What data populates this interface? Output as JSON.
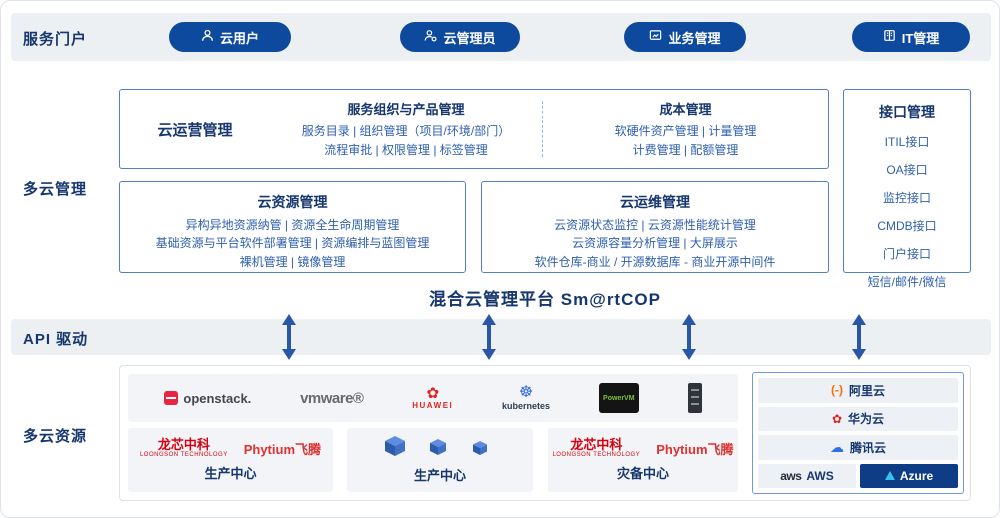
{
  "colors": {
    "navy": "#16366e",
    "body_blue": "#2e5fae",
    "pill_bg": "#0d4a9e",
    "box_border": "#4f7ecb",
    "strip_bg": "#edf0f3",
    "arrow": "#2a56a8",
    "brand_red": "#e0231f",
    "kubernetes_blue": "#326ce5",
    "alibaba_orange": "#ff6a00",
    "azure_bg": "#0f3d85",
    "azure_cyan": "#35c1f1"
  },
  "icons": {
    "huawei_flower": "✿",
    "kubernetes_wheel": "☸",
    "tencent_cloud": "☁",
    "alibaba_mark": "(-)"
  },
  "portal": {
    "label": "服务门户",
    "buttons": [
      {
        "label": "云用户"
      },
      {
        "label": "云管理员"
      },
      {
        "label": "业务管理"
      },
      {
        "label": "IT管理"
      }
    ]
  },
  "management": {
    "label": "多云管理",
    "platform_title": "混合云管理平台 Sm@rtCOP",
    "operation": {
      "title": "云运营管理",
      "service": {
        "title": "服务组织与产品管理",
        "lines": [
          "服务目录 | 组织管理（项目/环境/部门）",
          "流程审批 | 权限管理 | 标签管理"
        ]
      },
      "cost": {
        "title": "成本管理",
        "lines": [
          "软硬件资产管理 | 计量管理",
          "计费管理 | 配额管理"
        ]
      }
    },
    "resource": {
      "title": "云资源管理",
      "lines": [
        "异构异地资源纳管 | 资源全生命周期管理",
        "基础资源与平台软件部署管理 | 资源编排与蓝图管理",
        "裸机管理 | 镜像管理"
      ]
    },
    "ops": {
      "title": "云运维管理",
      "lines": [
        "云资源状态监控 | 云资源性能统计管理",
        "云资源容量分析管理 | 大屏展示",
        "软件仓库-商业 / 开源数据库 - 商业开源中间件"
      ]
    },
    "interface": {
      "title": "接口管理",
      "items": [
        "ITIL接口",
        "OA接口",
        "监控接口",
        "CMDB接口",
        "门户接口",
        "短信/邮件/微信"
      ]
    }
  },
  "api": {
    "label": "API 驱动"
  },
  "resources": {
    "label": "多云资源",
    "vendors": {
      "openstack": "openstack.",
      "vmware": "vmware®",
      "huawei": "HUAWEI",
      "kubernetes": "kubernetes",
      "powervm": "PowerVM"
    },
    "centers": [
      {
        "label": "生产中心",
        "logo1": "龙芯中科",
        "logo1_sub": "LOONGSON TECHNOLOGY",
        "logo2": "Phytium飞腾"
      },
      {
        "label": "生产中心"
      },
      {
        "label": "灾备中心",
        "logo1": "龙芯中科",
        "logo1_sub": "LOONGSON TECHNOLOGY",
        "logo2": "Phytium飞腾"
      }
    ],
    "clouds": [
      {
        "label": "阿里云"
      },
      {
        "label": "华为云"
      },
      {
        "label": "腾讯云"
      },
      {
        "label": "AWS",
        "logo": "aws"
      },
      {
        "label": "Azure"
      }
    ]
  }
}
